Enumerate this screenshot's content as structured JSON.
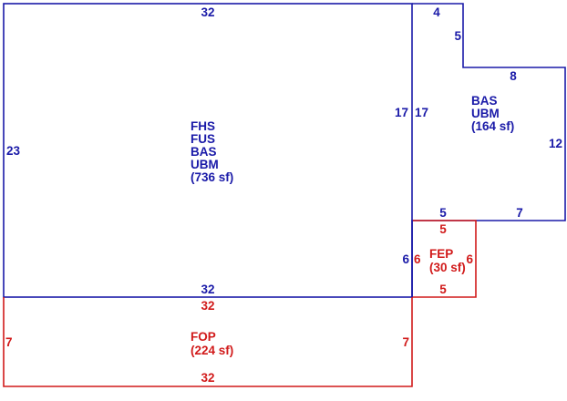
{
  "colors": {
    "living": "#1a1aa8",
    "porch": "#d11a1a"
  },
  "areas": {
    "main": {
      "codes": [
        "FHS",
        "FUS",
        "BAS",
        "UBM"
      ],
      "area": "(736 sf)"
    },
    "addition": {
      "codes": [
        "BAS",
        "UBM"
      ],
      "area": "(164 sf)"
    },
    "enclosed_porch": {
      "codes": [
        "FEP"
      ],
      "area": "(30 sf)"
    },
    "open_porch": {
      "codes": [
        "FOP"
      ],
      "area": "(224 sf)"
    }
  },
  "dimensions": {
    "main_top": "32",
    "main_left": "23",
    "main_right_upper": "17",
    "main_right_lower": "6",
    "main_bottom": "32",
    "add_top_step": "4",
    "add_step_down": "5",
    "add_top_right": "8",
    "add_left": "17",
    "add_right": "12",
    "add_bottom_left": "5",
    "add_bottom_right": "7",
    "fep_top": "5",
    "fep_left": "6",
    "fep_right": "6",
    "fep_bottom": "5",
    "fop_top": "32",
    "fop_left": "7",
    "fop_right": "7",
    "fop_bottom": "32"
  }
}
